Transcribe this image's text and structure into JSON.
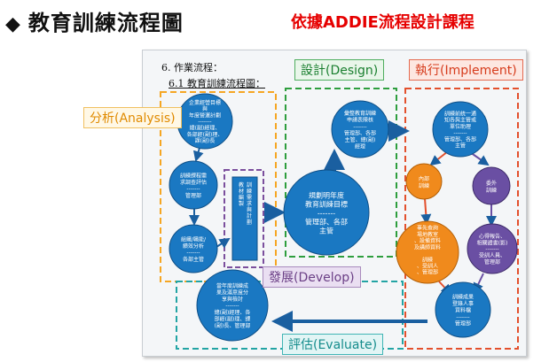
{
  "header": {
    "bullet": "◆",
    "title": "教育訓練流程圖",
    "subtitle": "依據ADDIE流程設計課程"
  },
  "panel": {
    "section": "6. 作業流程：",
    "subsection": "6.1 教育訓練流程圖："
  },
  "phases": {
    "analysis": "分析(Analysis)",
    "design": "設計(Design)",
    "implement": "執行(Implement)",
    "develop": "發展(Develop)",
    "evaluate": "評估(Evaluate)"
  },
  "nodes": {
    "a1": [
      "企業經營目標",
      "與",
      "年度營運計劃",
      "-------",
      "總(副)經理、",
      "各部經(副)理、",
      "課(副)長"
    ],
    "a2": [
      "訓練課程需",
      "求調查評估",
      "-------",
      "管理部"
    ],
    "a3": [
      "組織/職能/",
      "績效分析",
      "-------",
      "各部主管"
    ],
    "dv": [
      "訓練需求與計劃",
      "教材編製"
    ],
    "d1": [
      "彙整教育訓練",
      "申請表陳核",
      "-------",
      "管理部、各部",
      "主管、總(副)",
      "經理"
    ],
    "d2": [
      "規劃明年度",
      "教育訓練目標",
      "-------",
      "管理部、各部",
      "主管"
    ],
    "i1": [
      "訓練前統一通",
      "知各與主管或",
      "單位助理",
      "-------",
      "管理部、各部",
      "主管"
    ],
    "i2": [
      "內部",
      "訓練"
    ],
    "i3": [
      "委外",
      "訓練"
    ],
    "i4": [
      "事先查詢",
      "場地教室",
      "、設備資料",
      "及講師資料"
    ],
    "i5": [
      "訓練",
      "、受訓人",
      "、管理部"
    ],
    "i6": [
      "心得報告、",
      "相關證書(影)",
      "-------",
      "受訓人員、",
      "管理部"
    ],
    "e1": [
      "訓練成果",
      "登錄人事",
      "資料檔",
      "-------",
      "管理部"
    ],
    "e2": [
      "當年度訓練成",
      "果及滿意度分",
      "享與檢討",
      "-------",
      "總(副)經理、各",
      "部經(副)理、課",
      "(副)長、管理部"
    ]
  },
  "colors": {
    "analysis": "#f5a623",
    "design": "#2e9e3e",
    "implement": "#e3502d",
    "develop": "#7b4f9d",
    "evaluate": "#23a4a4",
    "node_blue": "#1a78c2",
    "node_orange": "#f08a1c",
    "node_purple": "#6a4fa3",
    "subtitle": "#e60000"
  }
}
